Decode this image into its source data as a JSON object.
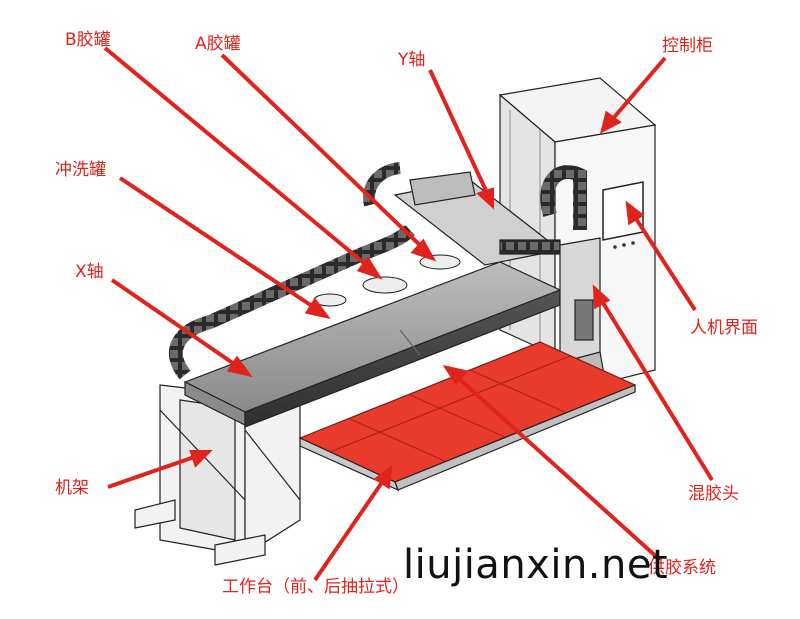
{
  "labels": {
    "b_tank": "B胶罐",
    "a_tank": "A胶罐",
    "y_axis": "Y轴",
    "control_cabinet": "控制柜",
    "flush_tank": "冲洗罐",
    "x_axis": "X轴",
    "hmi": "人机界面",
    "frame": "机架",
    "mixing_head": "混胶头",
    "worktable": "工作台（前、后抽拉式）",
    "glue_supply": "供胶系统"
  },
  "watermark": "liujianxin.net",
  "colors": {
    "callout": "#e0231c",
    "worktable": "#e83b2b",
    "frame": "#f2f2f2",
    "outline": "#222222",
    "gantry": "#4a4a4a"
  }
}
